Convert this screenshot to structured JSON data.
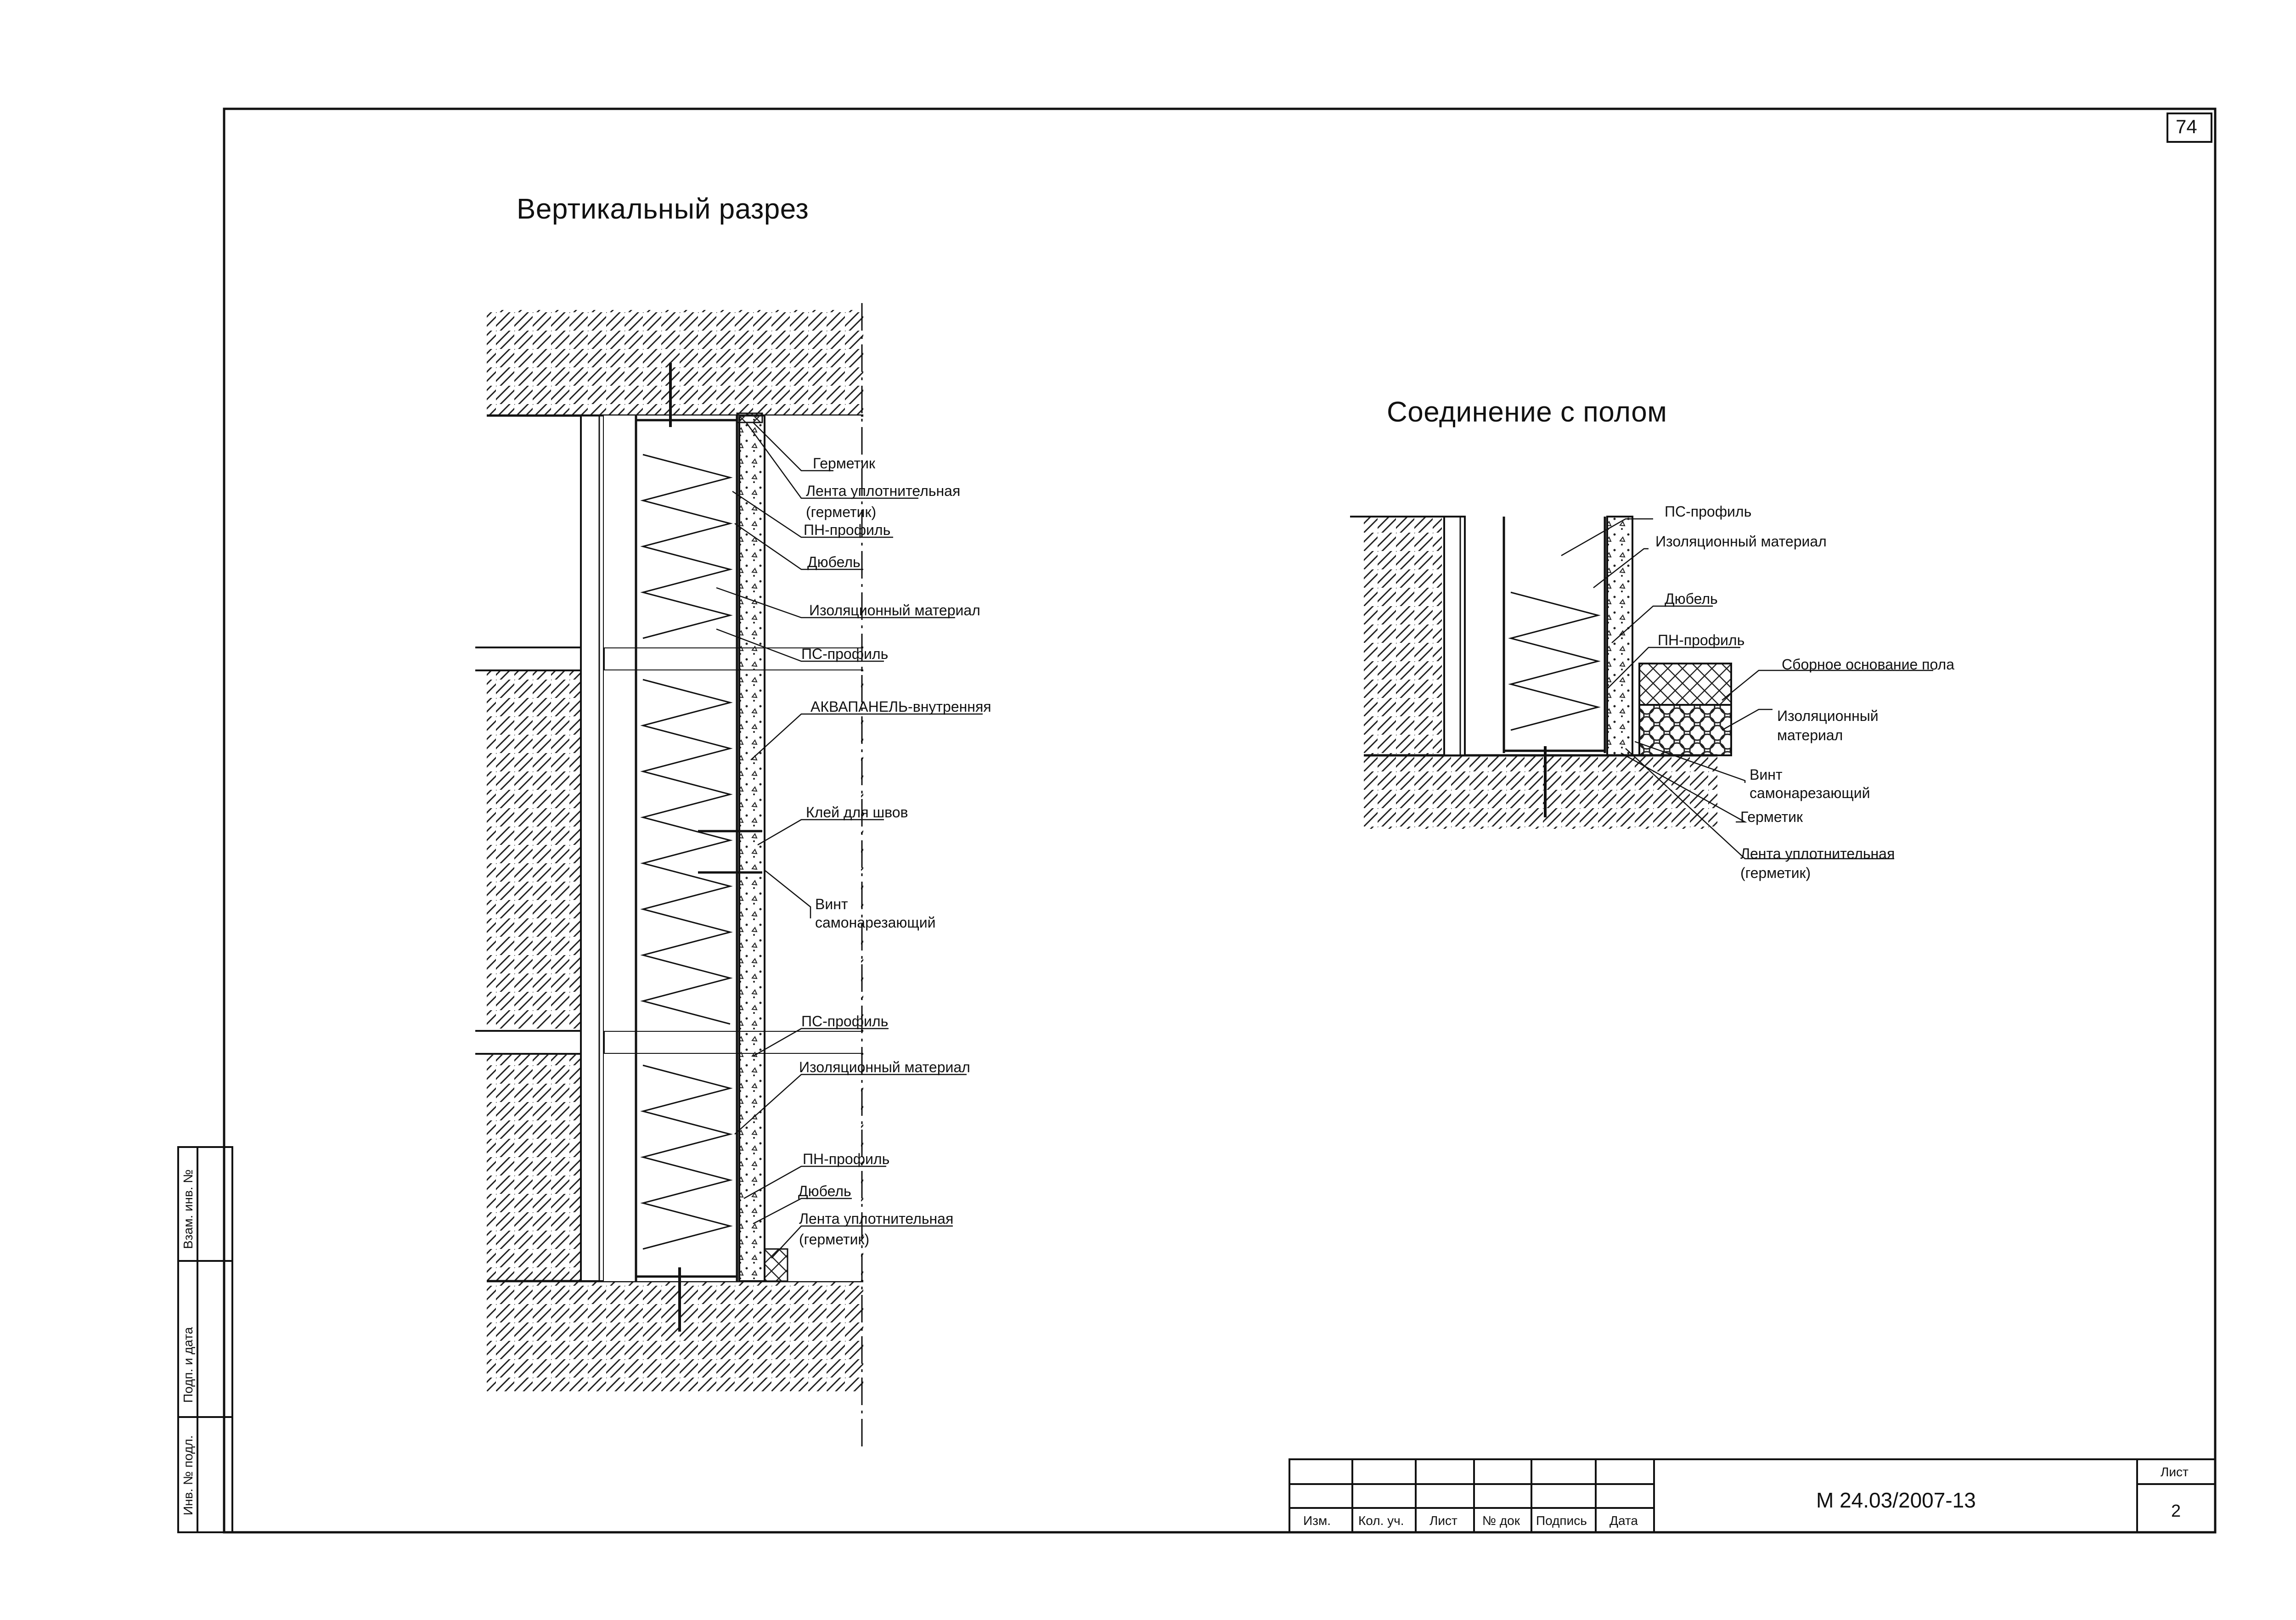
{
  "sheet": {
    "page_number": "74",
    "view_titles": {
      "vertical_section": "Вертикальный разрез",
      "floor_connection": "Соединение с полом"
    },
    "vertical_section_labels": [
      "Герметик",
      "Лента уплотнительная",
      "(герметик)",
      "ПН-профиль",
      "Дюбель",
      "Изоляционный материал",
      "ПС-профиль",
      "АКВАПАНЕЛЬ-внутренняя",
      "Клей для швов",
      "Винт",
      "самонарезающий",
      "ПС-профиль",
      "Изоляционный материал",
      "ПН-профиль",
      "Дюбель",
      "Лента уплотнительная",
      "(герметик)"
    ],
    "floor_connection_labels": [
      "ПС-профиль",
      "Изоляционный материал",
      "Дюбель",
      "ПН-профиль",
      "Сборное основание пола",
      "Изоляционный",
      "материал",
      "Винт",
      "самонарезающий",
      "Герметик",
      "Лента уплотнительная",
      "(герметик)"
    ],
    "side_stamp": [
      "Взам. инв. №",
      "Подп. и дата",
      "Инв. № подл."
    ],
    "title_block": {
      "columns": [
        "Изм.",
        "Кол. уч.",
        "Лист",
        "№ док",
        "Подпись",
        "Дата"
      ],
      "document_code": "М 24.03/2007-13",
      "sheet_label": "Лист",
      "sheet_number": "2"
    }
  }
}
